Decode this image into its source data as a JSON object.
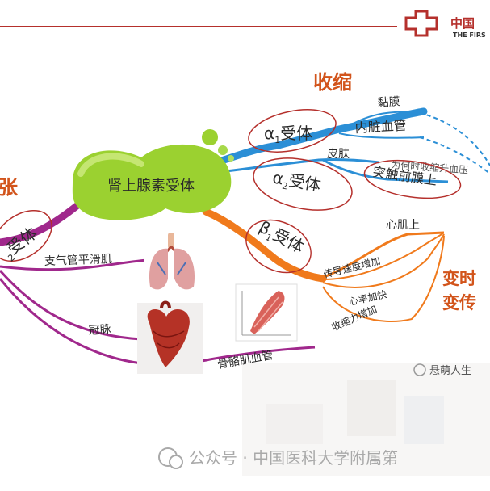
{
  "colors": {
    "header_red": "#b5302c",
    "center_green": "#9bd130",
    "alpha_blue": "#2b8fd6",
    "beta_orange": "#f07a1c",
    "beta2_purple": "#a0288c",
    "annotation_red": "#d2541b",
    "circle_red": "#b5302c"
  },
  "header": {
    "logo_text_cn": "中国",
    "logo_text_en": "THE FIRS"
  },
  "center": {
    "label": "肾上腺素受体"
  },
  "categories": {
    "contraction": "收缩",
    "dilation": "张",
    "inotropic_line1": "变时",
    "inotropic_line2": "变传"
  },
  "receptors": {
    "alpha1": {
      "greek": "α",
      "sub": "1",
      "text": "受体"
    },
    "alpha2": {
      "greek": "α",
      "sub": "2",
      "text": "受体"
    },
    "beta1": {
      "greek": "β",
      "sub": "1",
      "text": "受体"
    },
    "beta2": {
      "greek": "",
      "sub": "2",
      "text": "受体"
    }
  },
  "branches": {
    "mucosa": "黏膜",
    "visceral_vessels": "内脏血管",
    "skin": "皮肤",
    "bp_note": "为何时收缩升血压",
    "presynaptic": "突触前膜上",
    "myocardium": "心肌上",
    "conduction": "传导速度增加",
    "heart_rate": "心率加快",
    "contractility": "收缩力增加",
    "bronchial": "支气管平滑肌",
    "coronary": "冠脉",
    "skeletal_vessels": "骨骼肌血管"
  },
  "icons": [
    "lungs-icon",
    "heart-icon",
    "skeletal-muscle-icon"
  ],
  "watermarks": {
    "small": "悬萌人生",
    "footer": "公众号 · 中国医科大学附属第"
  }
}
